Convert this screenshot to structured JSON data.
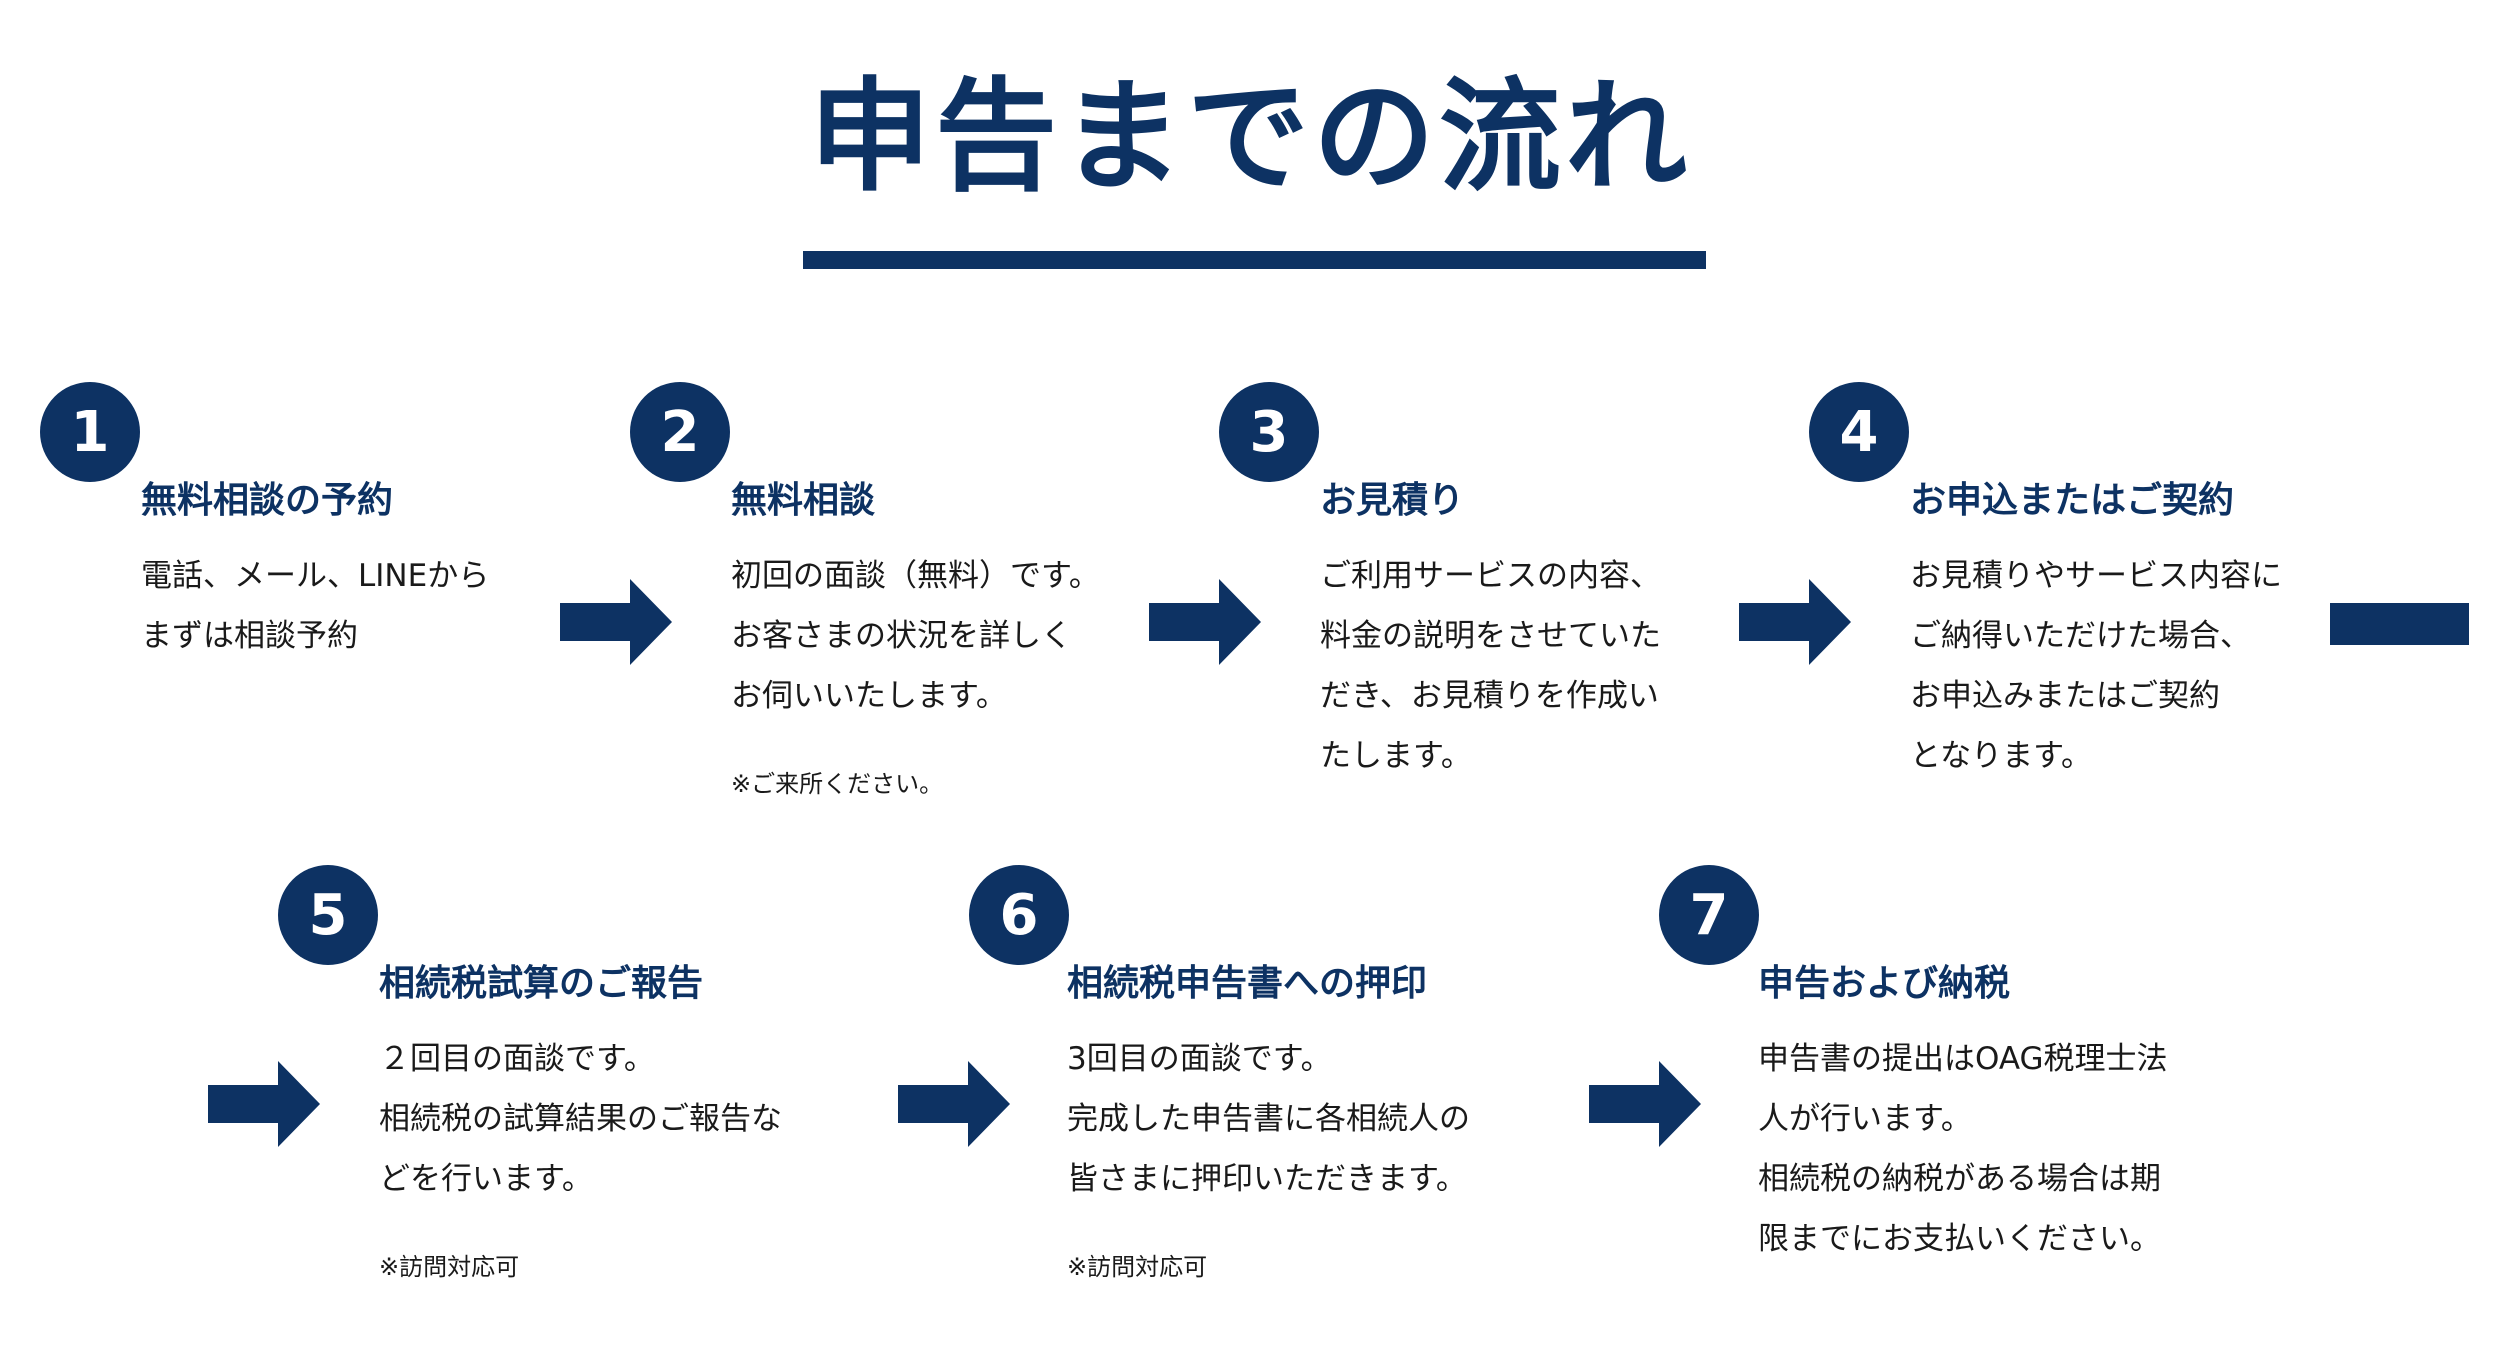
{
  "title": "申告までの流れ",
  "colors": {
    "accent": "#0d3263"
  },
  "steps": [
    {
      "number": "1",
      "heading": "無料相談の予約",
      "lines": [
        "電話、メール、LINEから",
        "まずは相談予約"
      ]
    },
    {
      "number": "2",
      "heading": "無料相談",
      "lines": [
        "初回の面談（無料）です。",
        "お客さまの状況を詳しく",
        "お伺いいたします。"
      ],
      "note": "※ご来所ください。"
    },
    {
      "number": "3",
      "heading": "お見積り",
      "lines": [
        "ご利用サービスの内容、",
        "料金の説明をさせていた",
        "だき、お見積りを作成い",
        "たします。"
      ]
    },
    {
      "number": "4",
      "heading": "お申込またはご契約",
      "lines": [
        "お見積りやサービス内容に",
        "ご納得いただけた場合、",
        "お申込みまたはご契約",
        "となります。"
      ]
    },
    {
      "number": "5",
      "heading": "相続税試算のご報告",
      "lines": [
        "２回目の面談です。",
        "相続税の試算結果のご報告な",
        "どを行います。"
      ],
      "note": "※訪問対応可"
    },
    {
      "number": "6",
      "heading": "相続税申告書への押印",
      "lines": [
        "3回目の面談です。",
        "完成した申告書に各相続人の",
        "皆さまに押印いただきます。"
      ],
      "note": "※訪問対応可"
    },
    {
      "number": "7",
      "heading": "申告および納税",
      "lines": [
        "申告書の提出はOAG税理士法",
        "人が行います。",
        "相続税の納税がある場合は期",
        "限までにお支払いください。"
      ]
    }
  ]
}
